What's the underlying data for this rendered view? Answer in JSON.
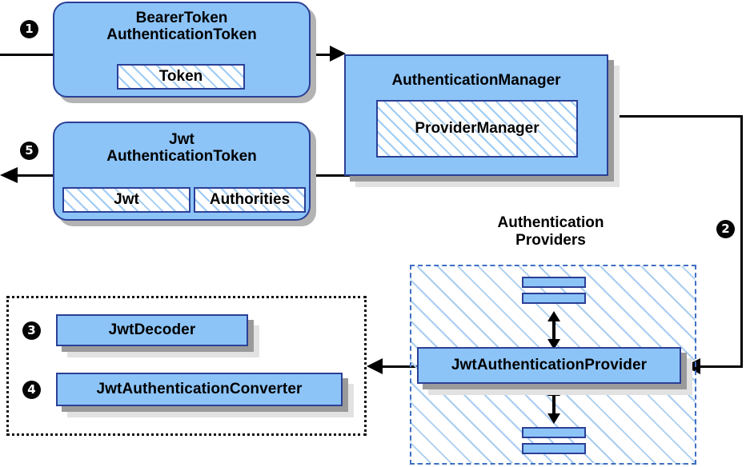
{
  "diagram": {
    "title": "Spring Security JWT Bearer Token Authentication Flow",
    "colors": {
      "node_fill": "#8CC4F8",
      "node_border": "#2B3F96",
      "shadow_dark": "#9a9a9a",
      "shadow_light": "#e2e2e2",
      "hatch_line": "#a9cdf0",
      "group_dashed_border": "#3f6fc4",
      "group_dotted_border": "#111111",
      "connector": "#000000",
      "bullet_fill": "#050505",
      "bullet_text": "#ffffff"
    }
  },
  "steps": [
    {
      "id": "step-1",
      "number": "1"
    },
    {
      "id": "step-2",
      "number": "2"
    },
    {
      "id": "step-3",
      "number": "3"
    },
    {
      "id": "step-4",
      "number": "4"
    },
    {
      "id": "step-5",
      "number": "5"
    }
  ],
  "nodes": {
    "bearer_token": {
      "title_line1": "BearerToken",
      "title_line2": "AuthenticationToken",
      "slots": [
        {
          "label": "Token"
        }
      ]
    },
    "jwt_token": {
      "title_line1": "Jwt",
      "title_line2": "AuthenticationToken",
      "slots": [
        {
          "label": "Jwt"
        },
        {
          "label": "Authorities"
        }
      ]
    },
    "authentication_manager": {
      "title": "AuthenticationManager",
      "slots": [
        {
          "label": "ProviderManager"
        }
      ]
    },
    "jwt_decoder": {
      "label": "JwtDecoder"
    },
    "jwt_authentication_converter": {
      "label": "JwtAuthenticationConverter"
    },
    "jwt_authentication_provider": {
      "label": "JwtAuthenticationProvider"
    }
  },
  "groups": {
    "authentication_providers": {
      "title_line1": "Authentication",
      "title_line2": "Providers",
      "style": "dashed-hatched"
    },
    "jwt_support_components": {
      "title": "",
      "style": "dotted"
    }
  },
  "connectors": [
    {
      "name": "request-in",
      "from": "external",
      "to": "bearer-token",
      "arrow": "none"
    },
    {
      "name": "bearer-to-manager",
      "from": "bearer-token",
      "to": "authentication-manager",
      "arrow": "end"
    },
    {
      "name": "manager-to-provider",
      "from": "authentication-manager",
      "to": "jwt-authentication-provider",
      "arrow": "end"
    },
    {
      "name": "provider-to-support",
      "from": "jwt-authentication-provider",
      "to": "jwt-support-components",
      "arrow": "end"
    },
    {
      "name": "manager-to-jwt-token",
      "from": "authentication-manager",
      "to": "jwt-authentication-token",
      "arrow": "none"
    },
    {
      "name": "jwt-token-out",
      "from": "jwt-authentication-token",
      "to": "external",
      "arrow": "end"
    },
    {
      "name": "provider-chain-upper",
      "from": "provider-slot-upper",
      "to": "jwt-authentication-provider",
      "arrow": "both"
    },
    {
      "name": "provider-chain-lower",
      "from": "jwt-authentication-provider",
      "to": "provider-slot-lower",
      "arrow": "both"
    }
  ]
}
